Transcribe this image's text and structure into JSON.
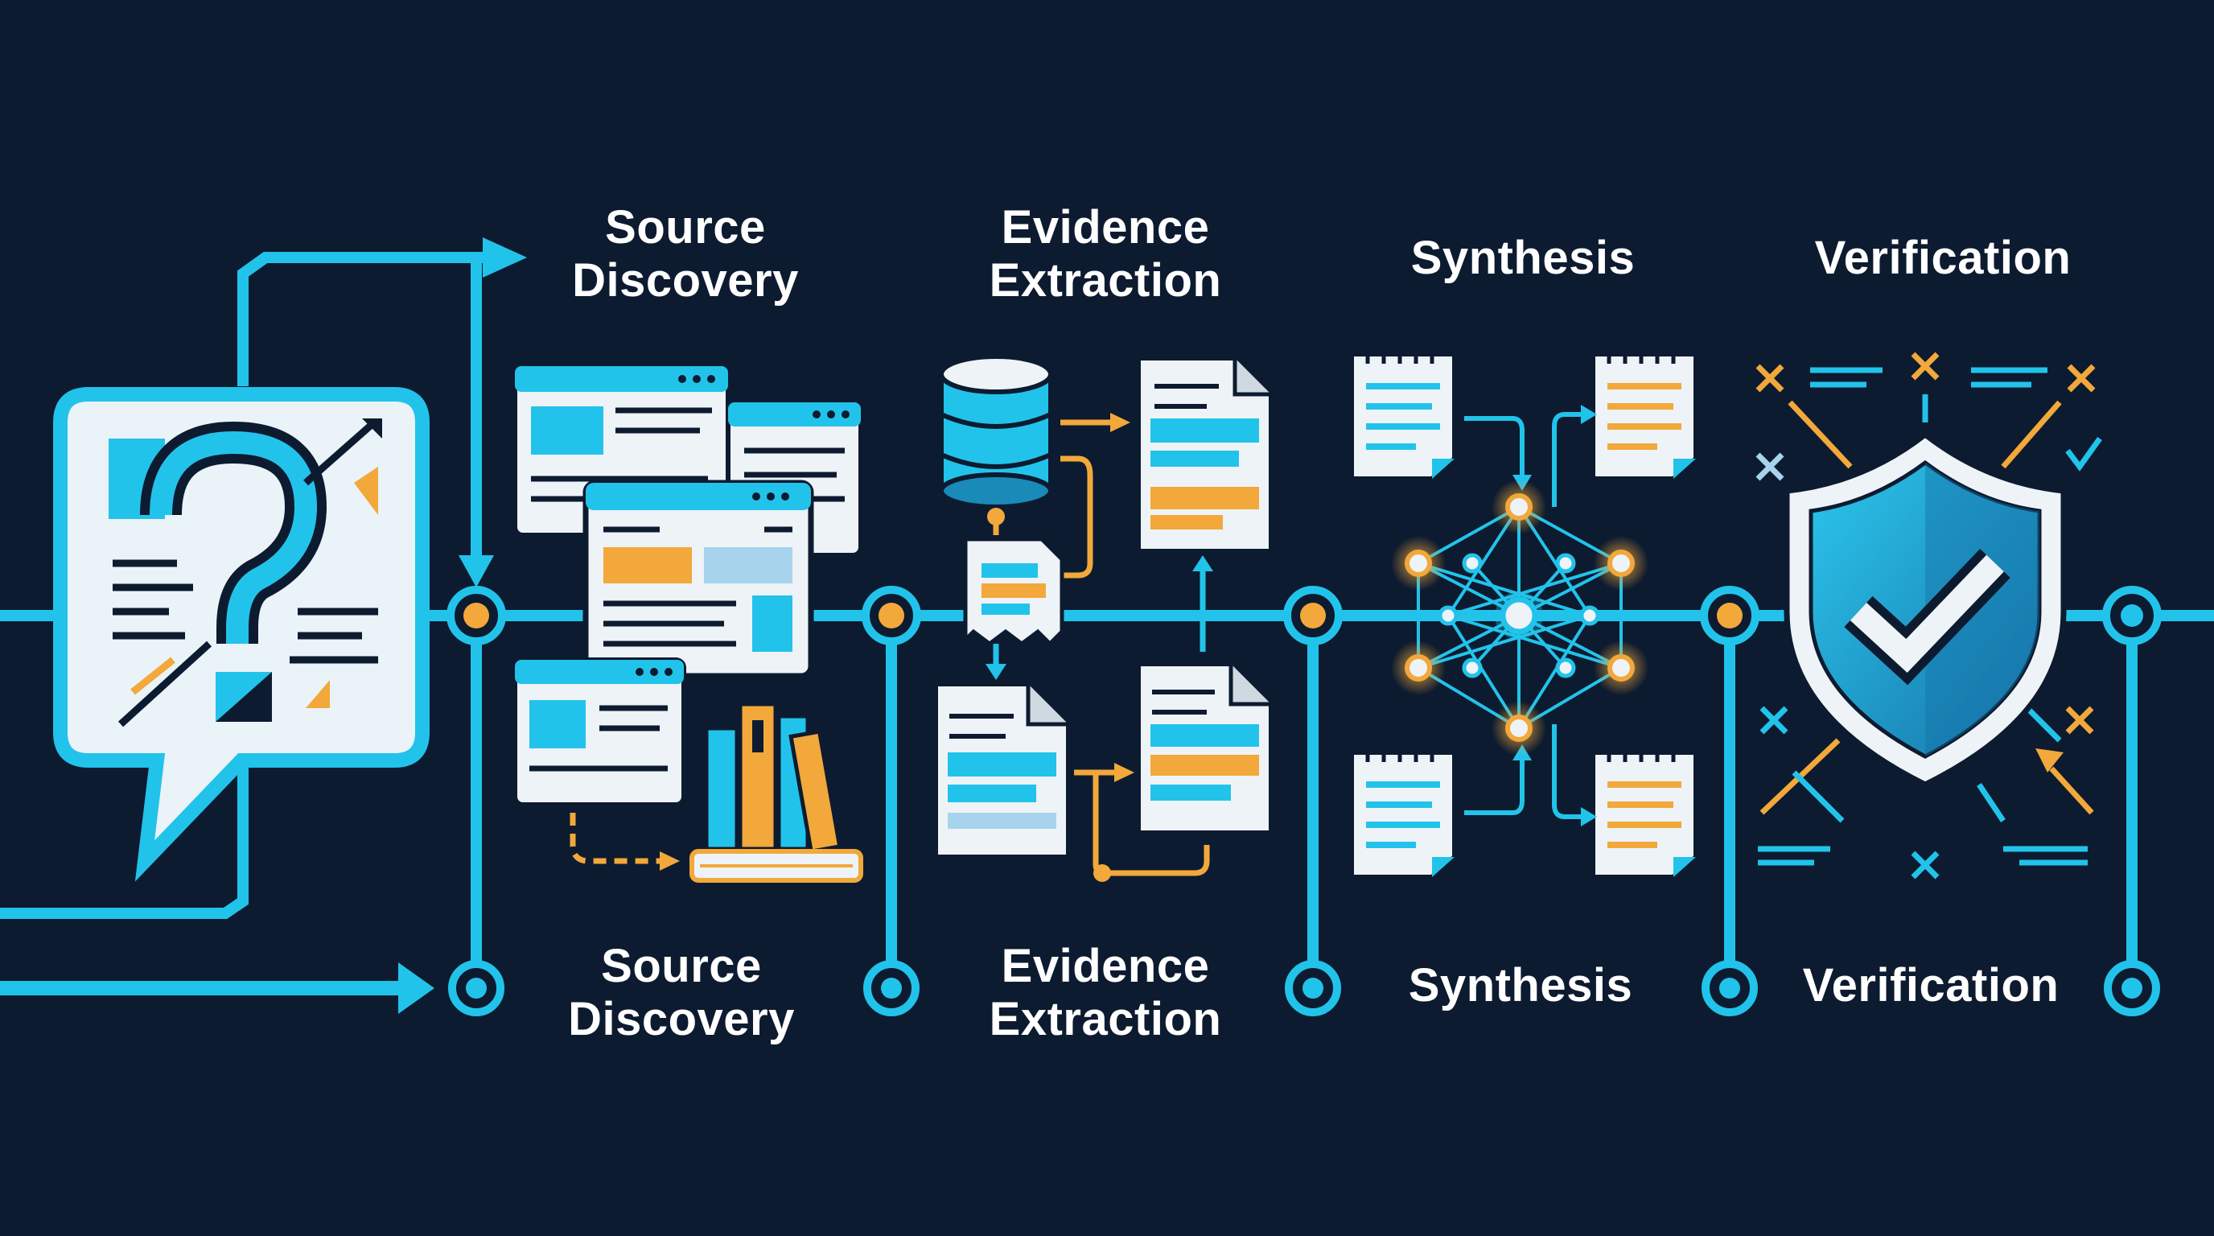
{
  "diagram": {
    "background": "#0d1b30",
    "colors": {
      "accent": "#22c3ea",
      "highlight": "#f2a83a",
      "paper": "#eef3f7",
      "dark": "#0d1b30"
    },
    "top_labels": [
      {
        "line1": "Source",
        "line2": "Discovery"
      },
      {
        "line1": "Evidence",
        "line2": "Extraction"
      },
      {
        "line1": "Synthesis",
        "line2": ""
      },
      {
        "line1": "Verification",
        "line2": ""
      }
    ],
    "bottom_labels": [
      {
        "line1": "Source",
        "line2": "Discovery"
      },
      {
        "line1": "Evidence",
        "line2": "Extraction"
      },
      {
        "line1": "Synthesis",
        "line2": ""
      },
      {
        "line1": "Verification",
        "line2": ""
      }
    ],
    "stages": [
      {
        "icon": "question-chat-icon"
      },
      {
        "icon": "browser-windows-icon"
      },
      {
        "icon": "database-documents-icon"
      },
      {
        "icon": "network-graph-icon"
      },
      {
        "icon": "shield-check-icon"
      }
    ]
  }
}
